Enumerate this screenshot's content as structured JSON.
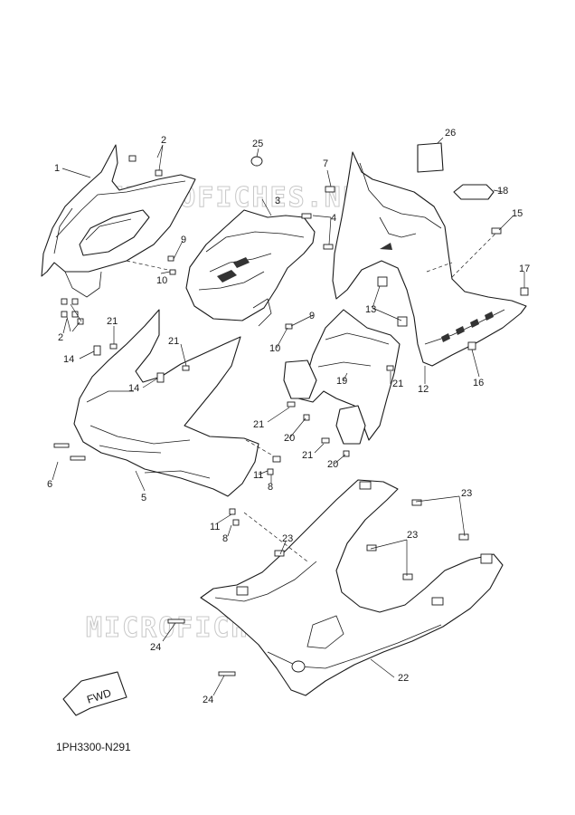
{
  "watermark": "MICROFICHES.NET",
  "direction_label": "FWD",
  "diagram_code": "1PH3300-N291",
  "callouts": {
    "c1": "1",
    "c2a": "2",
    "c2b": "2",
    "c3": "3",
    "c4": "4",
    "c5": "5",
    "c6": "6",
    "c7": "7",
    "c8a": "8",
    "c8b": "8",
    "c9a": "9",
    "c9b": "9",
    "c10a": "10",
    "c10b": "10",
    "c11a": "11",
    "c11b": "11",
    "c12": "12",
    "c13": "13",
    "c14a": "14",
    "c14b": "14",
    "c15": "15",
    "c16": "16",
    "c17": "17",
    "c18": "18",
    "c19": "19",
    "c20a": "20",
    "c20b": "20",
    "c21a": "21",
    "c21b": "21",
    "c21c": "21",
    "c21d": "21",
    "c21e": "21",
    "c22": "22",
    "c23a": "23",
    "c23b": "23",
    "c23c": "23",
    "c24a": "24",
    "c24b": "24",
    "c25": "25",
    "c26": "26"
  }
}
